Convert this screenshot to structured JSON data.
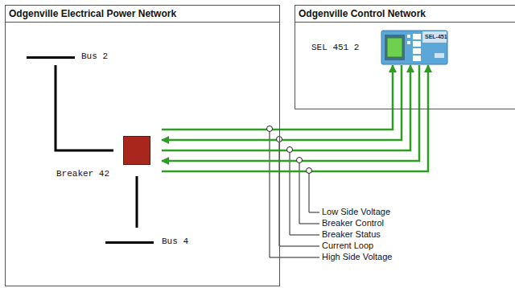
{
  "diagram": {
    "nodes": [
      {
        "text": [
          "Odgenville Electrical Power Network"
        ]
      },
      {
        "text": [
          "Bus 2"
        ],
        "in": 0
      },
      {
        "text": [
          "Breaker 42"
        ],
        "in": 0
      },
      {
        "text": [
          "Bus 4"
        ],
        "in": 0
      },
      {
        "text": [
          "Odgenville Control Network"
        ]
      },
      {
        "text": [
          "SEL 451 2"
        ],
        "in": 4
      }
    ],
    "edges": [
      {
        "from": 1,
        "to": 2,
        "arrow": "none"
      },
      {
        "from": 2,
        "to": 3,
        "arrow": "none"
      },
      {
        "from": 2,
        "to": 5,
        "arrow": "to"
      },
      {
        "from": 5,
        "to": 2,
        "arrow": "to"
      },
      {
        "from": 2,
        "to": 5,
        "arrow": "to"
      },
      {
        "from": 5,
        "to": 2,
        "arrow": "to"
      },
      {
        "from": 2,
        "to": 5,
        "arrow": "to"
      }
    ],
    "labels": [
      "SEL-451",
      "Low Side Voltage",
      "Breaker Control",
      "Breaker Status",
      "Current Loop",
      "High Side Voltage"
    ]
  }
}
